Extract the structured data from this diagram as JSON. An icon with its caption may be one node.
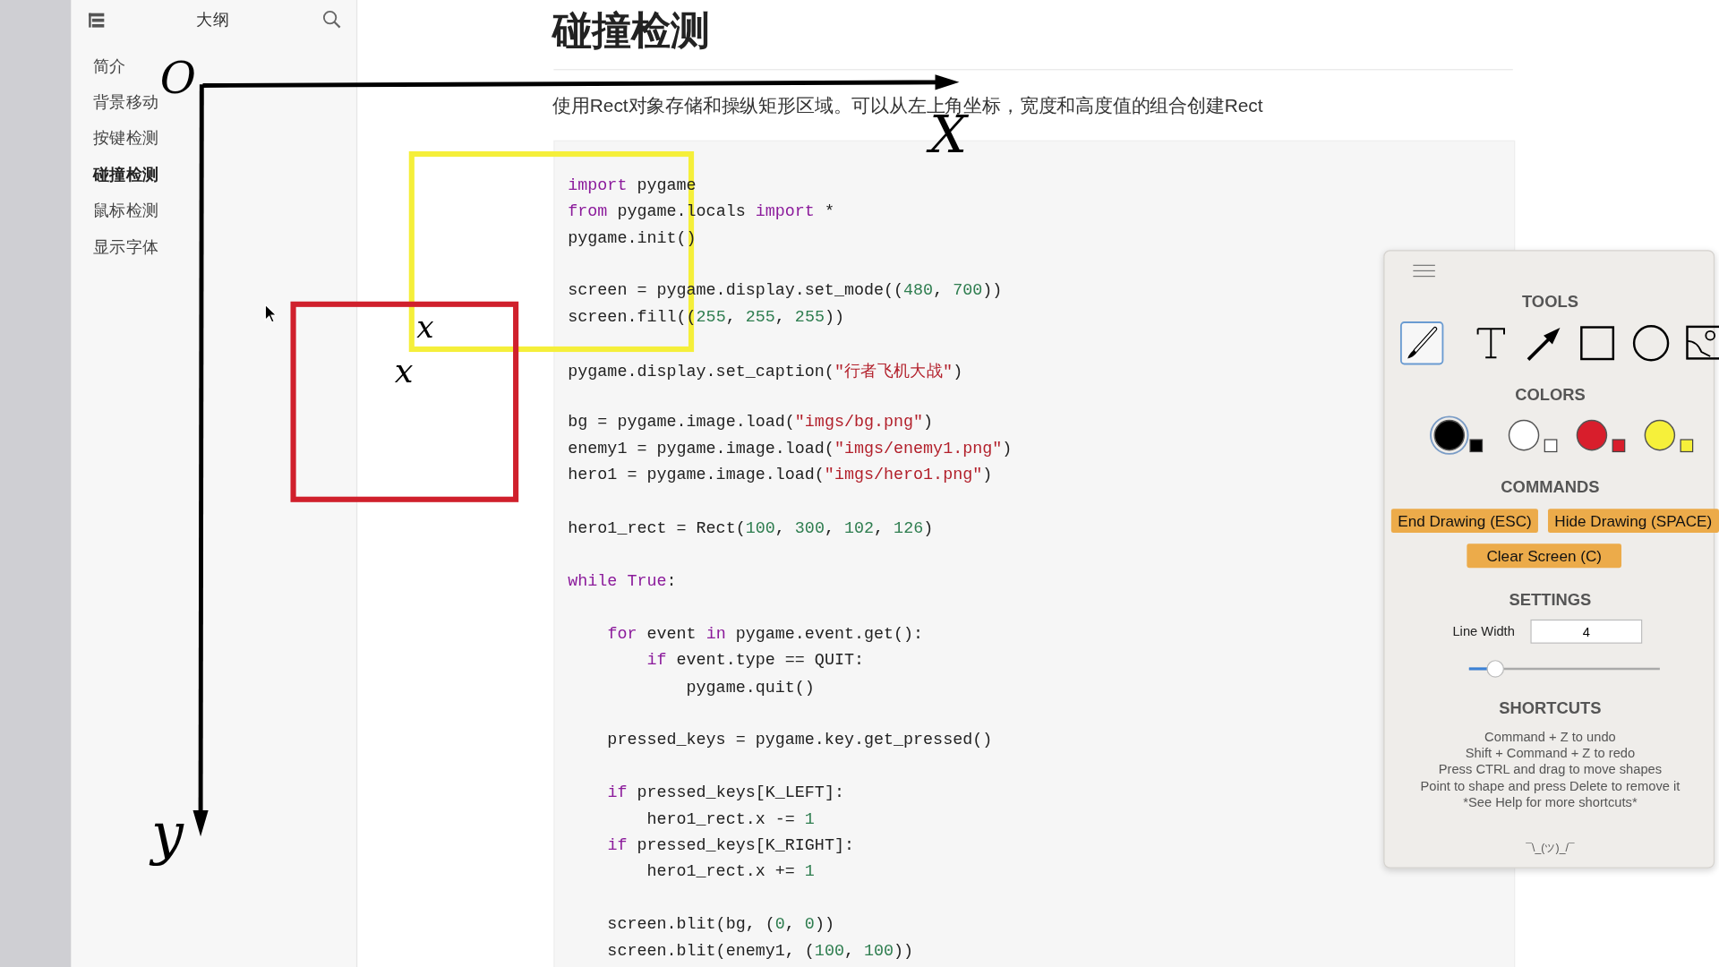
{
  "diagram": {
    "title": "碰撞检测",
    "labels": [
      "大纲",
      "简介",
      "背景移动",
      "按键检测",
      "碰撞检测",
      "鼠标检测",
      "显示字体",
      "使用Rect对象存储和操纵矩形区域。可以从左上角坐标，宽度和高度值的组合创建Rect",
      "import pygame",
      "from pygame.locals import *",
      "pygame.init()",
      "screen = pygame.display.set_mode((480, 700))",
      "screen.fill((255, 255, 255))",
      "pygame.display.set_caption(\"行者飞机大战\")",
      "bg = pygame.image.load(\"imgs/bg.png\")",
      "enemy1 = pygame.image.load(\"imgs/enemy1.png\")",
      "hero1 = pygame.image.load(\"imgs/hero1.png\")",
      "hero1_rect = Rect(100, 300, 102, 126)",
      "while True:",
      "    for event in pygame.event.get():",
      "        if event.type == QUIT:",
      "            pygame.quit()",
      "    pressed_keys = pygame.key.get_pressed()",
      "    if pressed_keys[K_LEFT]:",
      "        hero1_rect.x -= 1",
      "    if pressed_keys[K_RIGHT]:",
      "        hero1_rect.x += 1",
      "    screen.blit(bg, (0, 0))",
      "    screen.blit(enemy1, (100, 100))",
      "O",
      "X",
      "x",
      "x",
      "y",
      "TOOLS",
      "COLORS",
      "COMMANDS",
      "End Drawing (ESC)",
      "Hide Drawing (SPACE)",
      "Clear Screen (C)",
      "SETTINGS",
      "Line Width",
      "4",
      "SHORTCUTS",
      "Command + Z to undo",
      "Shift + Command + Z to redo",
      "Press CTRL and drag to move shapes",
      "Point to shape and press Delete to remove it",
      "*See Help for more shortcuts*",
      "¯\\_(ツ)_/¯"
    ]
  }
}
